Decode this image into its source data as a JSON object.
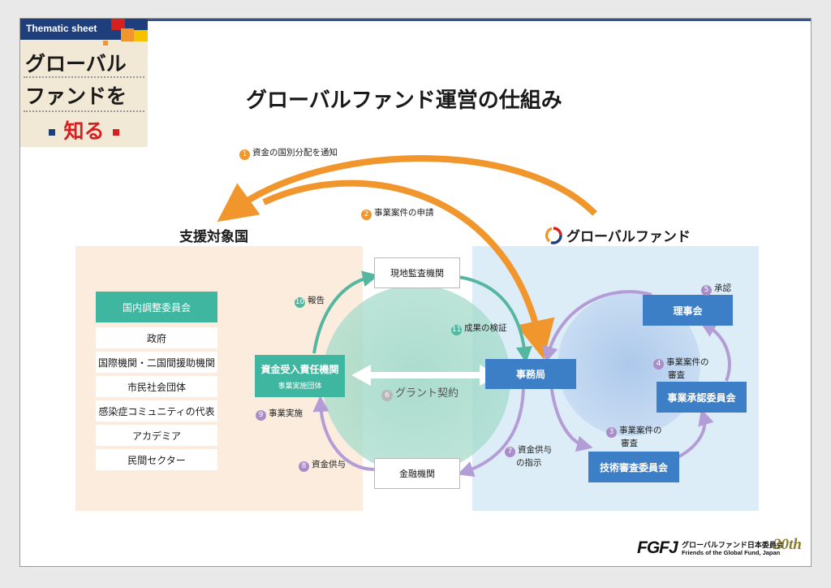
{
  "badge": {
    "subtitle": "Thematic sheet",
    "line1": "グローバル",
    "line2": "ファンドを",
    "line3": "知る"
  },
  "title": "グローバルファンド運営の仕組み",
  "left_heading": "支援対象国",
  "right_heading": "グローバルファンド",
  "committee": {
    "head": "国内調整委員会",
    "members": [
      "政府",
      "国際機関・二国間援助機関",
      "市民社会団体",
      "感染症コミュニティの代表",
      "アカデミア",
      "民間セクター"
    ]
  },
  "recipient": {
    "main": "資金受入責任機関",
    "sub": "事業実施団体"
  },
  "boxes": {
    "auditor": "現地監査機関",
    "finance": "金融機関",
    "secretariat": "事務局",
    "board": "理事会",
    "approval": "事業承認委員会",
    "trp": "技術審査委員会"
  },
  "steps": {
    "s1": {
      "num": "1",
      "text": "資金の国別分配を通知"
    },
    "s2": {
      "num": "2",
      "text": "事業案件の申請"
    },
    "s3": {
      "num": "3",
      "line1": "事業案件の",
      "line2": "審査"
    },
    "s4": {
      "num": "4",
      "line1": "事業案件の",
      "line2": "審査"
    },
    "s5": {
      "num": "5",
      "text": "承認"
    },
    "s6": {
      "num": "6",
      "text": "グラント契約"
    },
    "s7": {
      "num": "7",
      "line1": "資金供与",
      "line2": "の指示"
    },
    "s8": {
      "num": "8",
      "text": "資金供与"
    },
    "s9": {
      "num": "9",
      "text": "事業実施"
    },
    "s10": {
      "num": "10",
      "text": "報告"
    },
    "s11": {
      "num": "11",
      "text": "成果の検証"
    }
  },
  "footer": {
    "logo": "FGFJ",
    "org_jp": "グローバルファンド日本委員会",
    "org_en": "Friends of the Global Fund, Japan",
    "anniv": "20th"
  },
  "colors": {
    "orange": "#f0962c",
    "teal": "#3fb6a0",
    "blue": "#3d7fc6",
    "purple": "#b49cd6",
    "red": "#d62020",
    "navy": "#1f3f7c"
  },
  "icons": [
    "globalfund-logo-icon",
    "grant-double-arrow-icon"
  ]
}
